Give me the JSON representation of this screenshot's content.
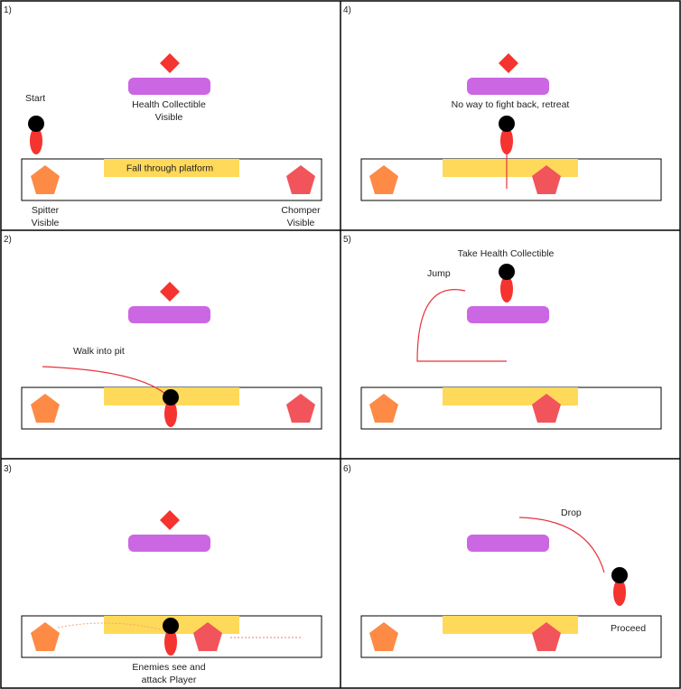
{
  "colors": {
    "border": "#000000",
    "collectible": "#f5332f",
    "floating_platform": "#cb67e3",
    "fall_platform": "#ffd95a",
    "spitter": "#fd8b45",
    "chomper": "#f2545b",
    "player_head": "#000000",
    "player_body": "#f5332f",
    "path_line": "#e8323a",
    "spit_line": "#f7a27a"
  },
  "panels": [
    {
      "number": "1)",
      "labels": {
        "start": "Start",
        "health_line1": "Health Collectible",
        "health_line2": "Visible",
        "fall_through": "Fall through platform",
        "spitter_line1": "Spitter",
        "spitter_line2": "Visible",
        "chomper_line1": "Chomper",
        "chomper_line2": "Visible"
      }
    },
    {
      "number": "2)",
      "labels": {
        "walk": "Walk into pit"
      }
    },
    {
      "number": "3)",
      "labels": {
        "enemies_line1": "Enemies see and",
        "enemies_line2": "attack Player"
      }
    },
    {
      "number": "4)",
      "labels": {
        "retreat": "No way to fight back, retreat"
      }
    },
    {
      "number": "5)",
      "labels": {
        "take": "Take Health Collectible",
        "jump": "Jump"
      }
    },
    {
      "number": "6)",
      "labels": {
        "drop": "Drop",
        "proceed": "Proceed"
      }
    }
  ]
}
